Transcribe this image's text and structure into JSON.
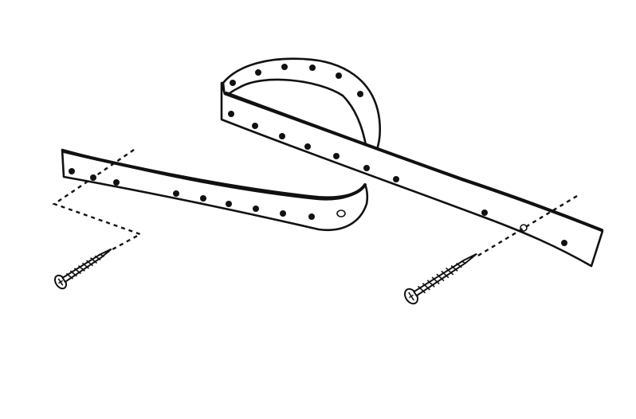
{
  "figure": {
    "subject": "perforated-strap-with-screws",
    "colors": {
      "ink": "#111111",
      "background": "#ffffff"
    },
    "parts": {
      "strap": {
        "count": 1,
        "style": "perforated-metal-band"
      },
      "screws": {
        "count": 2
      }
    }
  }
}
